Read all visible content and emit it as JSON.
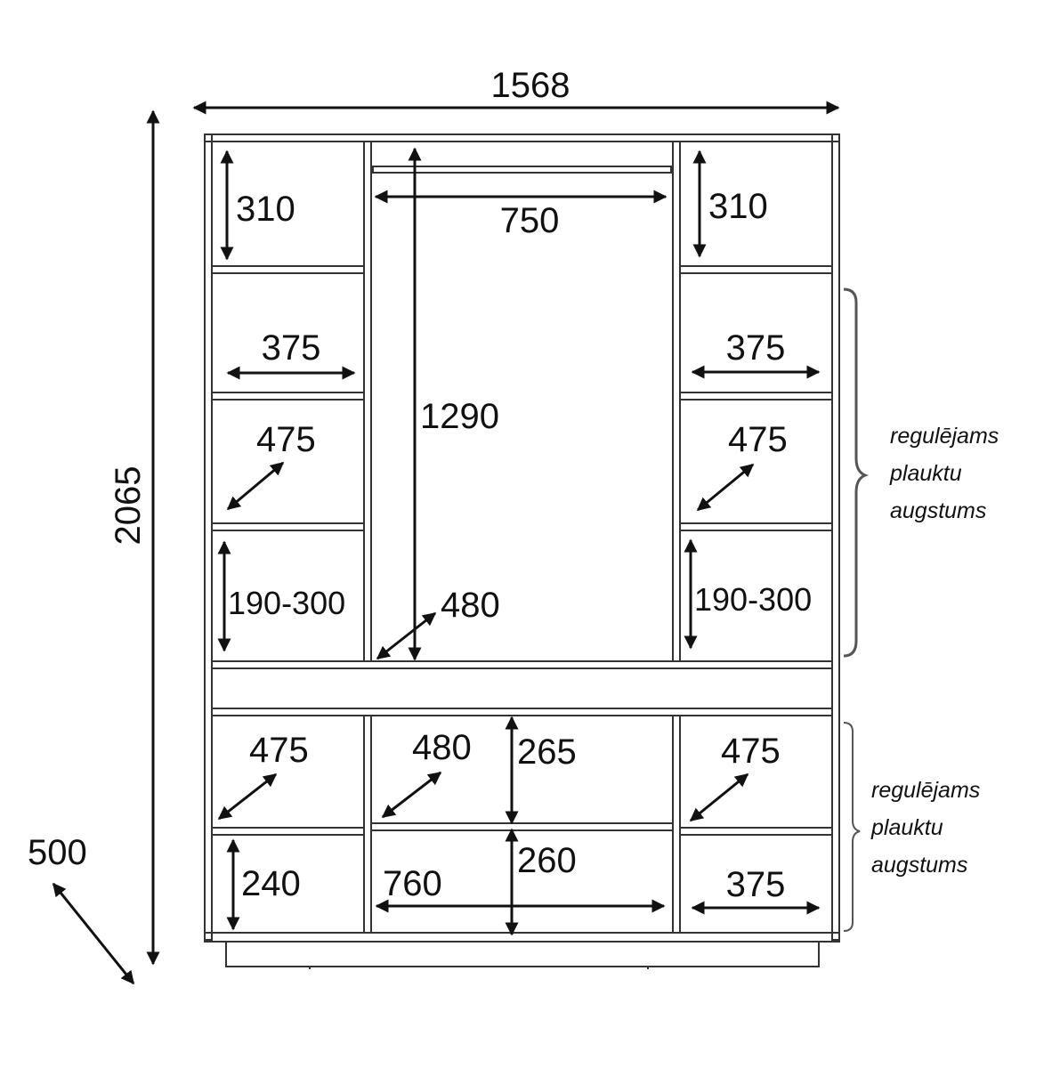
{
  "colors": {
    "line": "#333333",
    "arrow": "#111111",
    "text": "#111111",
    "bracket": "#555555"
  },
  "dimensions": {
    "overall_width": "1568",
    "overall_height": "2065",
    "depth": "500"
  },
  "labels": {
    "top_left": "310",
    "top_right": "310",
    "rail_width": "750",
    "hanging_height": "1290",
    "hanging_depth": "480",
    "shelf_width_left": "375",
    "shelf_width_right": "375",
    "shelf_depth_left": "475",
    "shelf_depth_right": "475",
    "adjustable_left": "190-300",
    "adjustable_right": "190-300",
    "lower_depth_left": "475",
    "lower_depth_center": "480",
    "lower_height_center": "265",
    "lower_depth_right": "475",
    "bottom_height_left": "240",
    "bottom_width_center": "760",
    "bottom_height_center": "260",
    "bottom_width_right": "375"
  },
  "notes": {
    "upper": [
      "regulējams",
      "plauktu",
      "augstums"
    ],
    "lower": [
      "regulējams",
      "plauktu",
      "augstums"
    ]
  }
}
